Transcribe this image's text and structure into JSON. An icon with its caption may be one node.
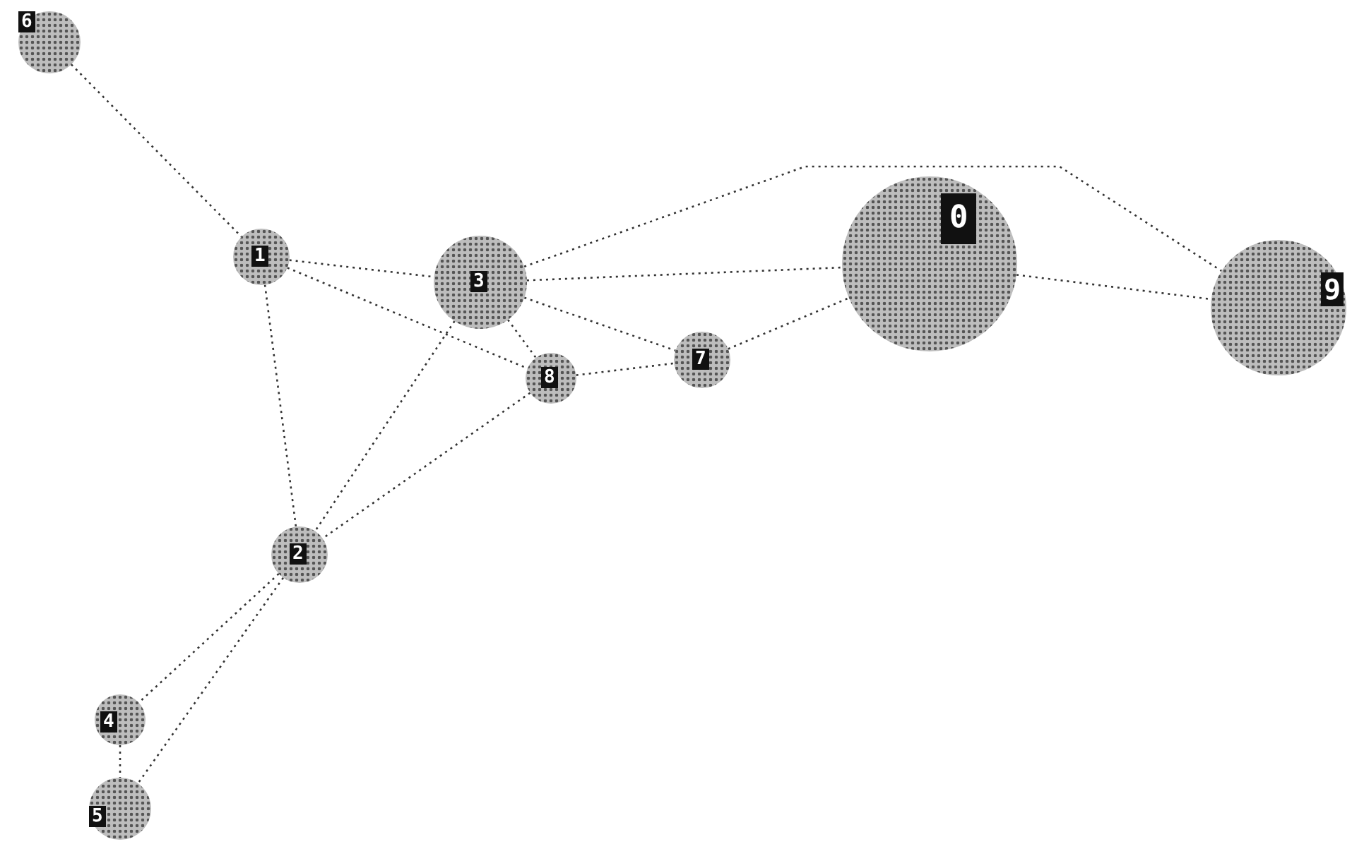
{
  "diagram": {
    "nodes": [
      {
        "text": [
          "6"
        ]
      },
      {
        "text": [
          "1"
        ]
      },
      {
        "text": [
          "3"
        ]
      },
      {
        "text": [
          "8"
        ]
      },
      {
        "text": [
          "7"
        ]
      },
      {
        "text": [
          "0"
        ]
      },
      {
        "text": [
          "9"
        ]
      },
      {
        "text": [
          "2"
        ]
      },
      {
        "text": [
          "4"
        ]
      },
      {
        "text": [
          "5"
        ]
      }
    ],
    "edges": [
      {
        "from": 0,
        "to": 1,
        "arrow": "none",
        "style": "dashed"
      },
      {
        "from": 1,
        "to": 2,
        "arrow": "none",
        "style": "dashed"
      },
      {
        "from": 1,
        "to": 3,
        "arrow": "none",
        "style": "dashed"
      },
      {
        "from": 1,
        "to": 7,
        "arrow": "none",
        "style": "dashed"
      },
      {
        "from": 2,
        "to": 3,
        "arrow": "none",
        "style": "dashed"
      },
      {
        "from": 2,
        "to": 4,
        "arrow": "none",
        "style": "dashed"
      },
      {
        "from": 2,
        "to": 5,
        "arrow": "none",
        "style": "dashed"
      },
      {
        "from": 2,
        "to": 6,
        "arrow": "none",
        "style": "dashed"
      },
      {
        "from": 2,
        "to": 7,
        "arrow": "none",
        "style": "dashed"
      },
      {
        "from": 3,
        "to": 4,
        "arrow": "none",
        "style": "dashed"
      },
      {
        "from": 3,
        "to": 7,
        "arrow": "none",
        "style": "dashed"
      },
      {
        "from": 4,
        "to": 5,
        "arrow": "none",
        "style": "dashed"
      },
      {
        "from": 5,
        "to": 6,
        "arrow": "none",
        "style": "dashed"
      },
      {
        "from": 7,
        "to": 8,
        "arrow": "none",
        "style": "dashed"
      },
      {
        "from": 7,
        "to": 9,
        "arrow": "none",
        "style": "dashed"
      },
      {
        "from": 8,
        "to": 9,
        "arrow": "none",
        "style": "dashed"
      }
    ]
  }
}
